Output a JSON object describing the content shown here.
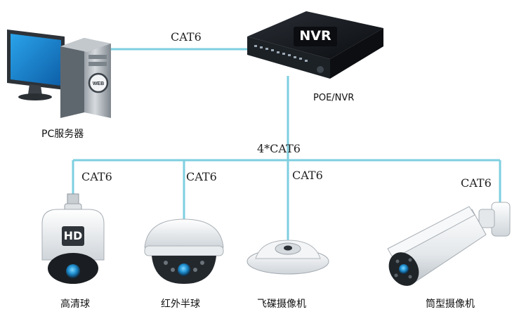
{
  "nvr": {
    "badge": "NVR",
    "caption": "POE/NVR"
  },
  "pc": {
    "caption": "PC服务器",
    "logo": "WEB"
  },
  "links": {
    "pc_nvr": "CAT6",
    "trunk": "4*CAT6",
    "hd_dome": "CAT6",
    "half_dome": "CAT6",
    "fisheye": "CAT6",
    "bullet": "CAT6"
  },
  "cameras": {
    "hd_dome": {
      "caption": "高清球",
      "badge": "HD"
    },
    "half_dome": {
      "caption": "红外半球"
    },
    "fisheye": {
      "caption": "飞碟摄像机"
    },
    "bullet": {
      "caption": "筒型摄像机"
    }
  },
  "colors": {
    "cable": "#7ecfe0",
    "nvr_body": "#111418",
    "screen": "#1a8fd6",
    "lens": "#2aa7e0"
  }
}
